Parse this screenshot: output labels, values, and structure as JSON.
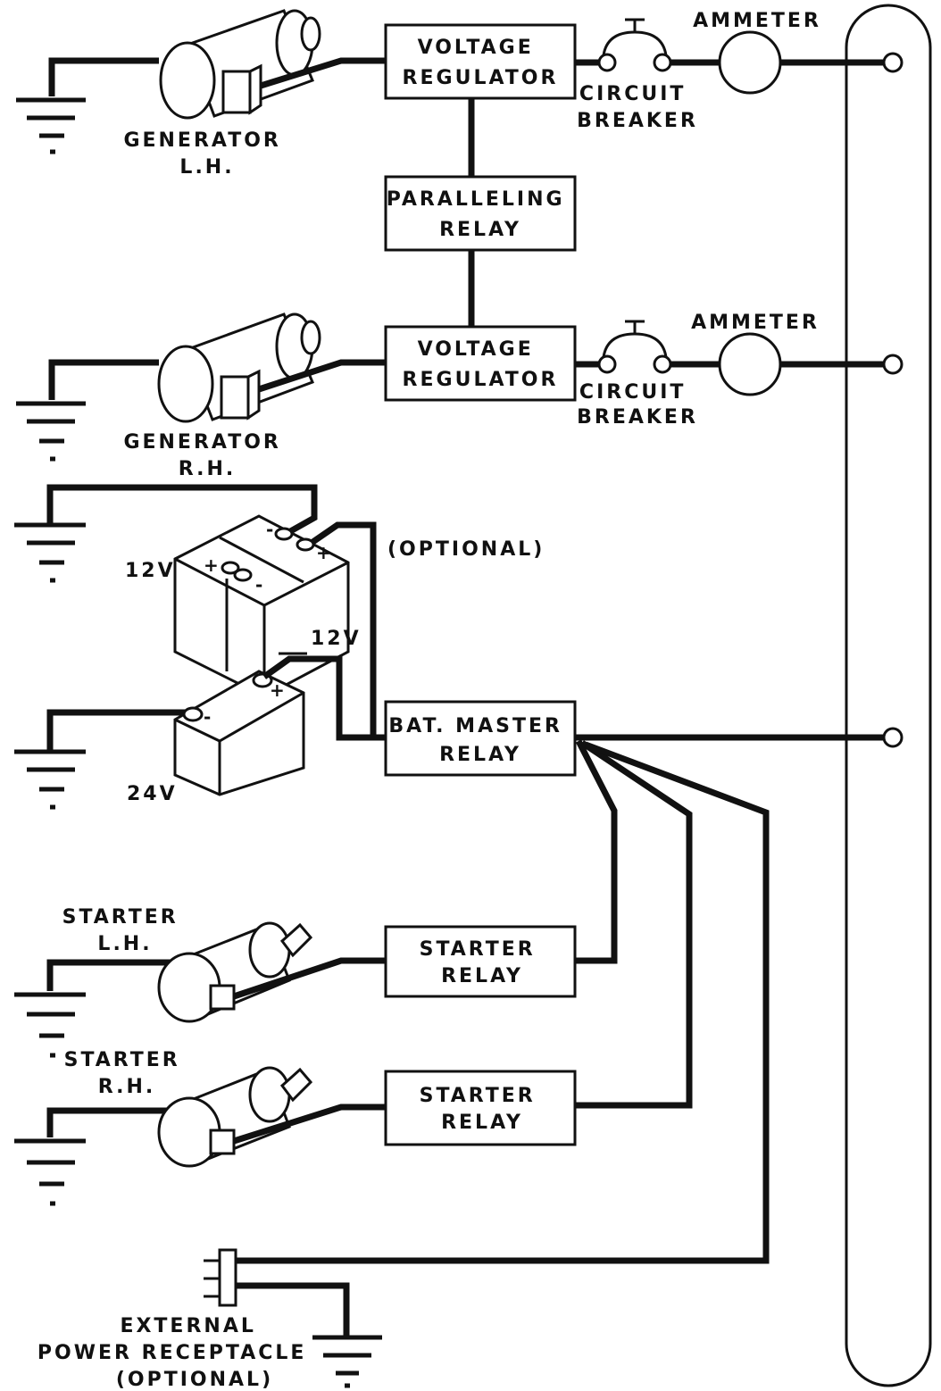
{
  "components": {
    "generator_lh": [
      "GENERATOR",
      "L.H."
    ],
    "generator_rh": [
      "GENERATOR",
      "R.H."
    ],
    "voltage_regulator_1": [
      "VOLTAGE",
      "REGULATOR"
    ],
    "voltage_regulator_2": [
      "VOLTAGE",
      "REGULATOR"
    ],
    "paralleling_relay": [
      "PARALLELING",
      "RELAY"
    ],
    "circuit_breaker_1": [
      "CIRCUIT",
      "BREAKER"
    ],
    "circuit_breaker_2": [
      "CIRCUIT",
      "BREAKER"
    ],
    "ammeter_1": "AMMETER",
    "ammeter_2": "AMMETER",
    "battery_12v_a": "12V",
    "battery_12v_b": "12V",
    "battery_24v": "24V",
    "optional": "(OPTIONAL)",
    "bat_master_relay": [
      "BAT. MASTER",
      "RELAY"
    ],
    "starter_lh": [
      "STARTER",
      "L.H."
    ],
    "starter_rh": [
      "STARTER",
      "R.H."
    ],
    "starter_relay_1": [
      "STARTER",
      "RELAY"
    ],
    "starter_relay_2": [
      "STARTER",
      "RELAY"
    ],
    "external_power": [
      "EXTERNAL",
      "POWER  RECEPTACLE",
      "(OPTIONAL)"
    ]
  },
  "polarity": {
    "plus": "+",
    "minus": "-"
  }
}
